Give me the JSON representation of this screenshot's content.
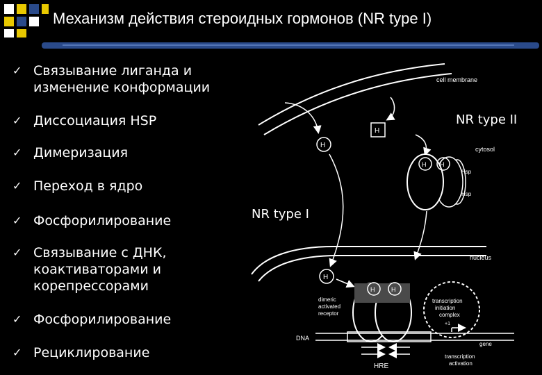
{
  "title": "Механизм действия стероидных гормонов (NR type I)",
  "check_glyph": "✓",
  "bullets": [
    "Связывание лиганда и\nизменение конформации",
    "Диссоциация HSP",
    "Димеризация",
    "Переход в ядро",
    "Фосфорилирование",
    "Связывание с ДНК,\nкоактиваторами и\nкорепрессорами",
    "Фосфорилирование",
    "Рециклирование"
  ],
  "diagram": {
    "label_nr2": "NR type II",
    "label_nr1": "NR type I",
    "cell_membrane": "cell membrane",
    "cytosol": "cytosol",
    "nucleus": "nucleus",
    "hormone": "H",
    "hsp": "Hsp",
    "dimeric_receptor": [
      "dimeric",
      "activated",
      "receptor"
    ],
    "transcription_complex": [
      "transcription",
      "initiation",
      "complex"
    ],
    "plus_one": "+1",
    "dna": "DNA",
    "gene": "gene",
    "hre": "HRE",
    "transcription_activation": [
      "transcription",
      "activation"
    ]
  },
  "colors": {
    "accent": "#e8c800",
    "title_bar": "#2a4a8a",
    "background": "#000000"
  }
}
